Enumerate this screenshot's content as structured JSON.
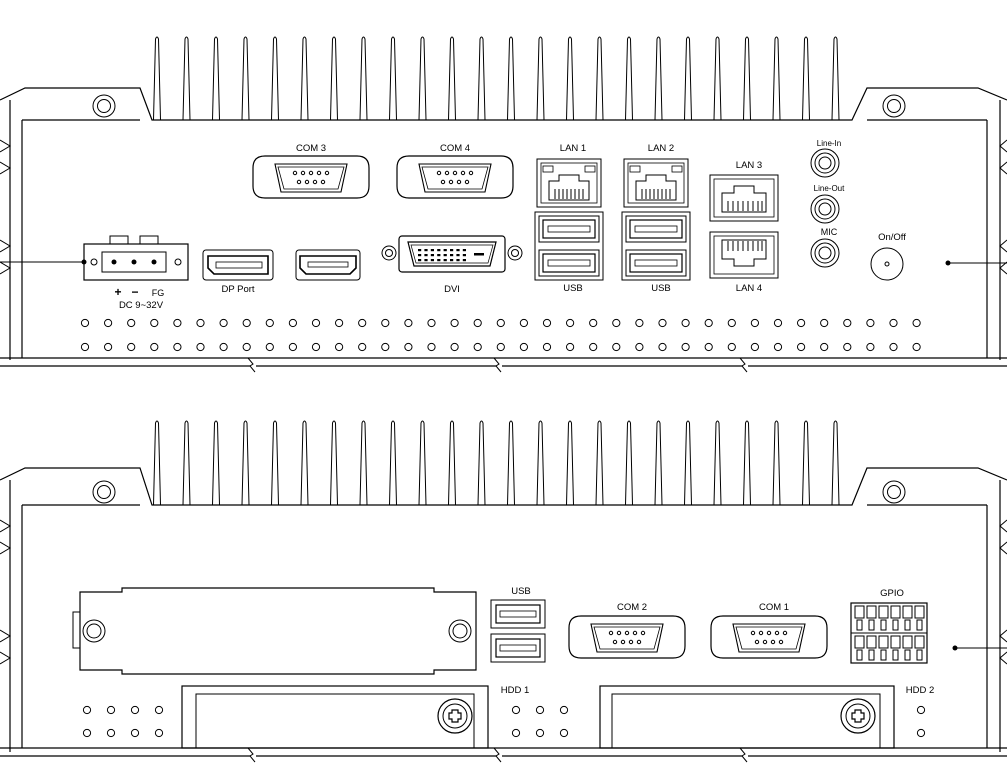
{
  "front_panel": {
    "dc_plus": "+",
    "dc_minus": "−",
    "dc_fg": "FG",
    "dc_label": "DC 9~32V",
    "dp_label": "DP Port",
    "com3": "COM 3",
    "com4": "COM 4",
    "dvi": "DVI",
    "lan1": "LAN 1",
    "lan2": "LAN 2",
    "lan3": "LAN 3",
    "lan4": "LAN 4",
    "usb_a": "USB",
    "usb_b": "USB",
    "line_in": "Line-In",
    "line_out": "Line-Out",
    "mic": "MIC",
    "power": "On/Off"
  },
  "rear_panel": {
    "usb": "USB",
    "com2": "COM 2",
    "com1": "COM 1",
    "gpio": "GPIO",
    "hdd1": "HDD 1",
    "hdd2": "HDD 2"
  }
}
